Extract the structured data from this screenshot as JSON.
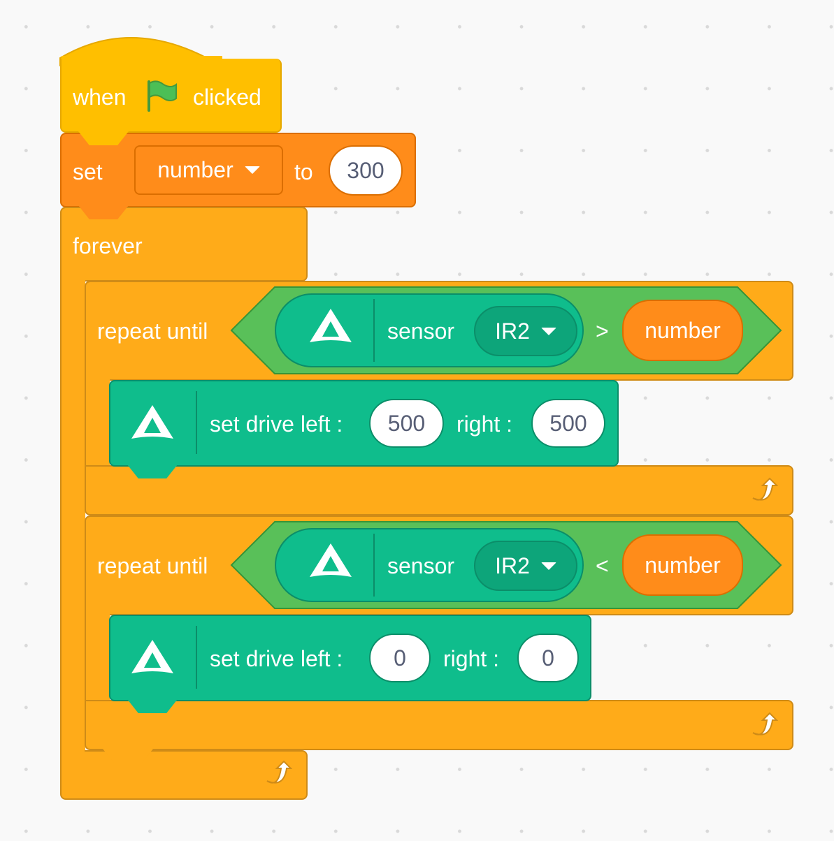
{
  "hat": {
    "when": "when",
    "icon": "green-flag-icon",
    "clicked": "clicked",
    "color": "#ffbf00"
  },
  "set_var": {
    "set": "set",
    "variable": "number",
    "to": "to",
    "value": "300",
    "color": "#ff8c1a"
  },
  "forever": {
    "label": "forever",
    "color": "#ffab19"
  },
  "loops": [
    {
      "label": "repeat until",
      "sensor_label": "sensor",
      "sensor_option": "IR2",
      "operator": ">",
      "operand": "number",
      "drive": {
        "left_label": "set drive left :",
        "left": "500",
        "right_label": "right :",
        "right": "500"
      }
    },
    {
      "label": "repeat until",
      "sensor_label": "sensor",
      "sensor_option": "IR2",
      "operator": "<",
      "operand": "number",
      "drive": {
        "left_label": "set drive left :",
        "left": "0",
        "right_label": "right :",
        "right": "0"
      }
    }
  ],
  "colors": {
    "sensor": "#0fbd8c",
    "operator": "#59c059",
    "variable": "#ff8c1a"
  }
}
